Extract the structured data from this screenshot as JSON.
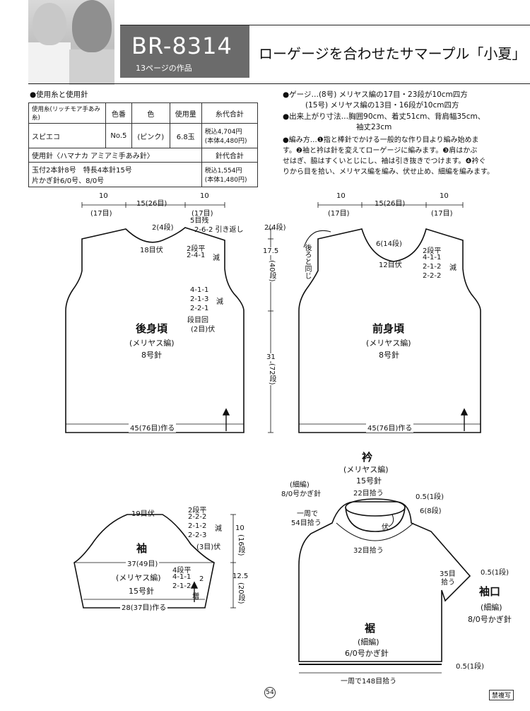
{
  "header": {
    "code": "BR-8314",
    "sub": "13ページの作品",
    "title": "ローゲージを合わせたサマープル「小夏」"
  },
  "materials": {
    "heading": "●使用糸と使用針",
    "col_yarn": "使用糸(リッチモア手あみ糸)",
    "col_color_no": "色番",
    "col_color": "色",
    "col_amount": "使用量",
    "col_cost": "糸代合計",
    "yarn_name": "スピエコ",
    "color_no": "No.5",
    "color": "(ピンク)",
    "amount": "6.8玉",
    "cost": "税込4,704円",
    "cost_sub": "(本体4,480円)",
    "needles_label": "使用針〈ハマナカ アミアミ手あみ針〉",
    "needle_cost_label": "針代合計",
    "needles_1": "玉付2本針8号　特長4本針15号",
    "needles_2": "片かぎ針6/0号、8/0号",
    "needle_cost": "税込1,554円",
    "needle_cost_sub": "(本体1,480円)"
  },
  "info": {
    "gauge_1": "●ゲージ…(8号) メリヤス編の17目・23段が10cm四方",
    "gauge_2": "(15号) メリヤス編の13目・16段が10cm四方",
    "size_1": "●出来上がり寸法…胸囲90cm、着丈51cm、背肩幅35cm、",
    "size_2": "袖丈23cm",
    "method_1": "●編み方…❶指と棒針でかける一般的な作り目より編み始めま",
    "method_2": "す。❷袖と衿は針を変えてローゲージに編みます。❸肩はかぶ",
    "method_3": "せはぎ、脇はすくいとじにし、袖は引き抜きでつけます。❹衿ぐ",
    "method_4": "りから目を拾い、メリヤス編を編み、伏せ止め、細編を編みます。"
  },
  "back": {
    "w_left": "10",
    "w_left_sub": "(17目)",
    "w_mid": "15(26目)",
    "w_right": "10",
    "w_right_sub": "(17目)",
    "neck_depth": "2(4段)",
    "shoulder_1": "5目残",
    "shoulder_2": "2-6-2 引き返し",
    "neck_bind": "18目伏",
    "neck_dec_1": "2段平",
    "neck_dec_2": "2-4-1",
    "neck_dec_3": "減",
    "arm_1": "4-1-1",
    "arm_2": "2-1-3",
    "arm_3": "2-2-1",
    "arm_4": "段目回",
    "arm_5": "(2目)伏",
    "arm_dec": "減",
    "name": "後身頃",
    "stitch": "(メリヤス編)",
    "needle": "8号針",
    "cast_on": "45(76目)作る"
  },
  "front": {
    "w_left": "10",
    "w_left_sub": "(17目)",
    "w_mid": "15(26目)",
    "w_right": "10",
    "w_right_sub": "(17目)",
    "same_as_back": "後ろと同じ",
    "neck_depth": "6(14段)",
    "neck_bind": "12目伏",
    "neck_1": "2段平",
    "neck_2": "4-1-1",
    "neck_3": "2-1-2",
    "neck_4": "2-2-2",
    "neck_dec": "減",
    "name": "前身頃",
    "stitch": "(メリヤス編)",
    "needle": "8号針",
    "cast_on": "45(76目)作る"
  },
  "mid_dims": {
    "top": "2(4段)",
    "armhole": "17.5",
    "armhole_rows": "(40段)",
    "body": "31",
    "body_rows": "(72段)"
  },
  "sleeve": {
    "bind": "19目伏",
    "cap_1": "2段平",
    "cap_2": "2-2-2",
    "cap_3": "2-1-2",
    "cap_4": "2-2-3",
    "cap_5": "(3目)伏",
    "cap_dec": "減",
    "cap_h": "10",
    "cap_rows": "(16段)",
    "width": "37(49目)",
    "name": "袖",
    "stitch": "(メリヤス編)",
    "needle": "15号針",
    "inc_1": "4段平",
    "inc_2": "4-1-1",
    "inc_3": "2-1-2",
    "inc_num": "2",
    "inc": "増",
    "body_h": "12.5",
    "body_rows": "(20段)",
    "cast_on": "28(37目)作る"
  },
  "collar": {
    "name": "衿",
    "stitch": "(メリヤス編)",
    "needle": "15号針",
    "edge_stitch": "(細編)",
    "edge_hook": "8/0号かぎ針",
    "pick_top": "22目拾う",
    "edge_h": "0.5(1段)",
    "collar_h": "6(8段)",
    "round_1": "一周で",
    "round_2": "54目拾う",
    "bind": "伏",
    "pick_bottom": "32目拾う",
    "cuff_pick": "35目",
    "cuff_pick_2": "拾う",
    "cuff_h": "0.5(1段)",
    "cuff_name": "袖口",
    "cuff_stitch": "(細編)",
    "cuff_hook": "8/0号かぎ針",
    "hem_name": "裾",
    "hem_stitch": "(細編)",
    "hem_hook": "6/0号かぎ針",
    "hem_h": "0.5(1段)",
    "hem_pick": "一周で148目拾う"
  },
  "footer": {
    "page": "54",
    "copy": "禁複写"
  }
}
